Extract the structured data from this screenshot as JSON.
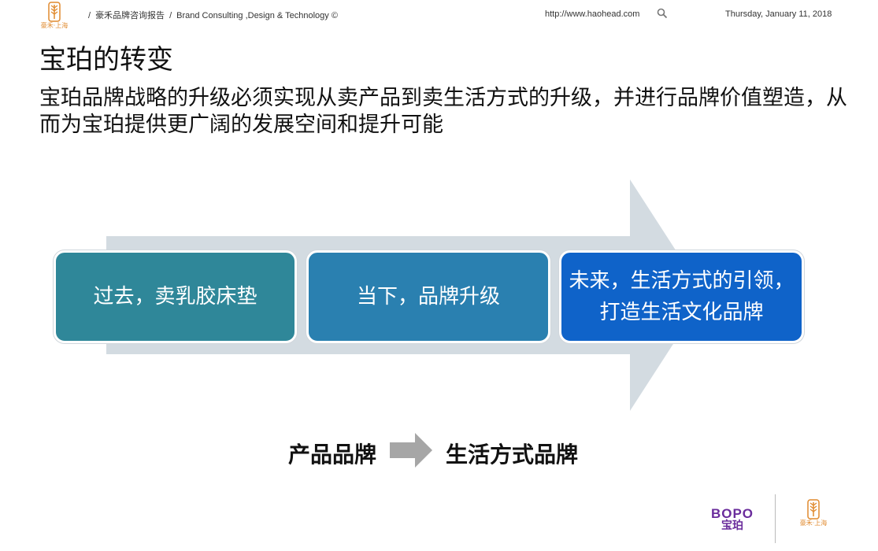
{
  "header": {
    "logo_text": "豪禾·上海",
    "sep1": "/",
    "report_name": "豪禾品牌咨询报告",
    "sep2": "/",
    "tagline": "Brand Consulting ,Design & Technology ©",
    "url": "http://www.haohead.com",
    "date": "Thursday, January 11, 2018"
  },
  "slide": {
    "title": "宝珀的转变",
    "subtitle": "宝珀品牌战略的升级必须实现从卖产品到卖生活方式的升级，并进行品牌价值塑造，从而为宝珀提供更广阔的发展空间和提升可能",
    "stages": [
      {
        "line1": "过去，卖乳胶床垫",
        "line2": ""
      },
      {
        "line1": "当下，品牌升级",
        "line2": ""
      },
      {
        "line1": "未来，生活方式的引领，",
        "line2": "打造生活文化品牌"
      }
    ],
    "from_label": "产品品牌",
    "to_label": "生活方式品牌"
  },
  "footer": {
    "brand_en": "BOPO",
    "brand_cn": "宝珀",
    "logo_text": "豪禾·上海"
  },
  "colors": {
    "accent_orange": "#e08a2e",
    "box1": "#2f8799",
    "box2": "#2a80b0",
    "box3": "#0f63c9",
    "big_arrow": "#d3dbe1",
    "bopo_purple": "#6a2c9c"
  },
  "icons": [
    "wheat-logo-icon",
    "search-icon",
    "right-arrow-icon"
  ]
}
